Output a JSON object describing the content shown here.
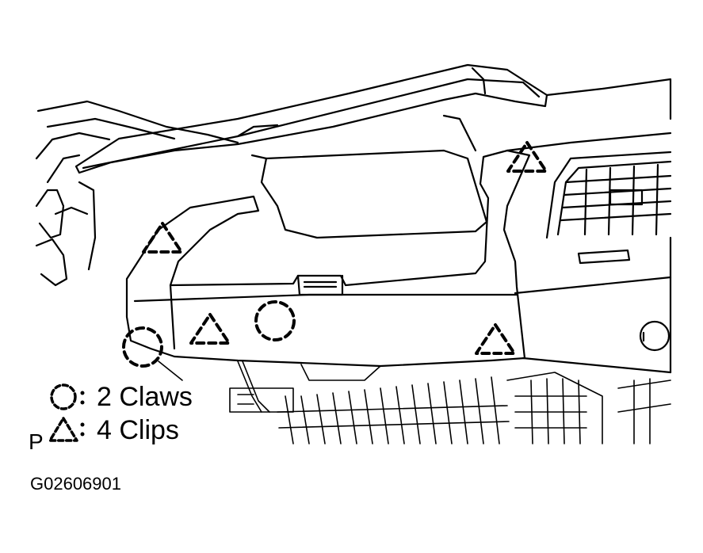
{
  "legend": {
    "claws": {
      "label": "2 Claws"
    },
    "clips": {
      "label": "4 Clips"
    }
  },
  "corner_mark": "P",
  "figure_code": "G02606901",
  "colors": {
    "ink": "#000000",
    "paper": "#ffffff"
  }
}
